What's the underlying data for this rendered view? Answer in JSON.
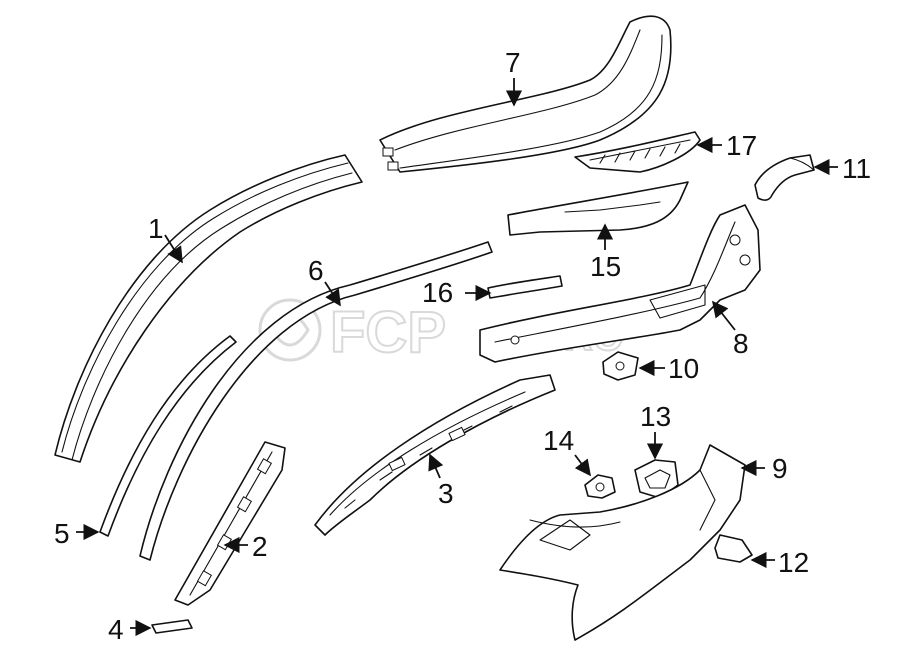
{
  "watermark": {
    "brand_main": "FCP",
    "brand_sub": "EURO"
  },
  "callouts": {
    "c1": "1",
    "c2": "2",
    "c3": "3",
    "c4": "4",
    "c5": "5",
    "c6": "6",
    "c7": "7",
    "c8": "8",
    "c9": "9",
    "c10": "10",
    "c11": "11",
    "c12": "12",
    "c13": "13",
    "c14": "14",
    "c15": "15",
    "c16": "16",
    "c17": "17"
  }
}
